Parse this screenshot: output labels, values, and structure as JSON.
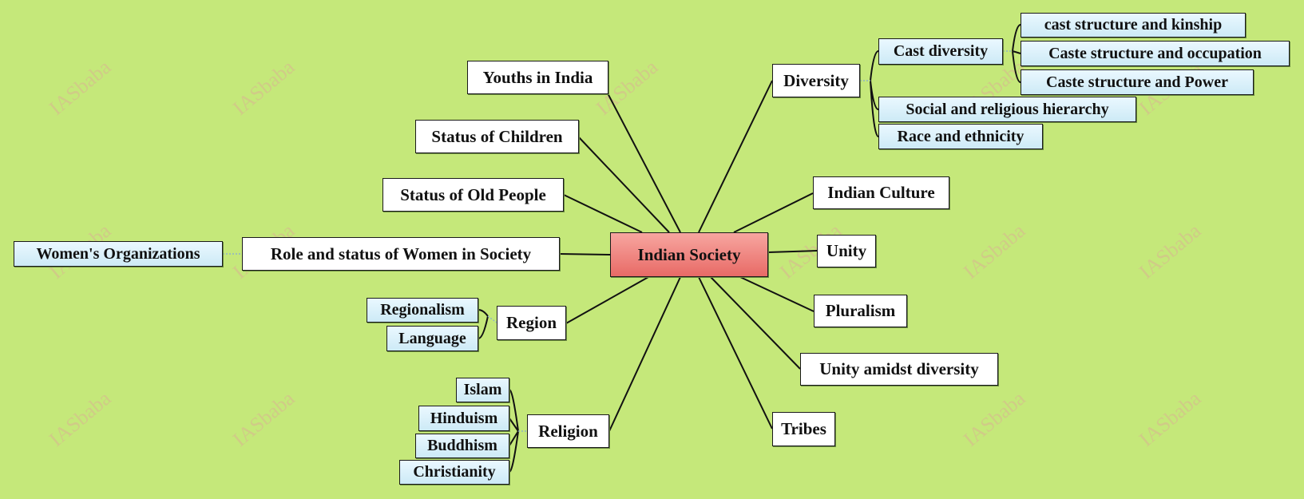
{
  "watermark": "IASbaba",
  "center": "Indian Society",
  "left": {
    "youths": "Youths in India",
    "children": "Status of Children",
    "old": "Status of Old People",
    "women": "Role and status of Women in Society",
    "women_child": "Women's Organizations",
    "region": "Region",
    "region_children": [
      "Regionalism",
      "Language"
    ],
    "religion": "Religion",
    "religion_children": [
      "Islam",
      "Hinduism",
      "Buddhism",
      "Christianity"
    ]
  },
  "right": {
    "diversity": "Diversity",
    "cast_diversity": "Cast diversity",
    "cast_children": [
      "cast structure and kinship",
      "Caste structure and occupation",
      "Caste structure and Power"
    ],
    "social": "Social and religious hierarchy",
    "race": "Race and ethnicity",
    "culture": "Indian Culture",
    "unity": "Unity",
    "pluralism": "Pluralism",
    "unity_diversity": "Unity amidst diversity",
    "tribes": "Tribes"
  },
  "colors": {
    "background": "#c5e87a",
    "center": "#e86a66",
    "sub": "#cdeaf6"
  }
}
